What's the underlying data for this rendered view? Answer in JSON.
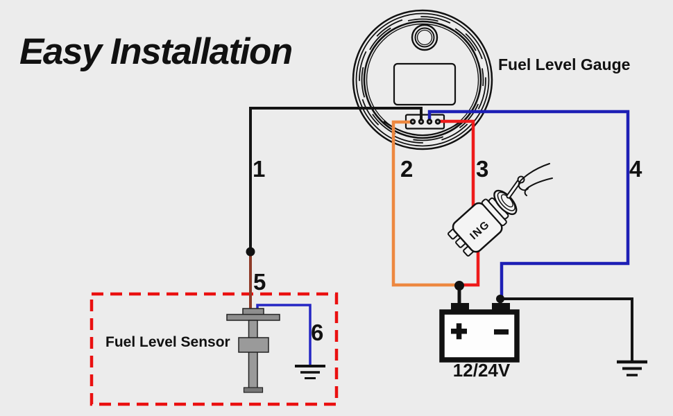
{
  "title": "Easy Installation",
  "components": {
    "gauge_label": "Fuel Level Gauge",
    "sensor_label": "Fuel Level Sensor",
    "battery_label": "12/24V",
    "ignition_label": "ING"
  },
  "battery": {
    "voltage": "12/24V",
    "positive_symbol": "+",
    "negative_symbol": "-"
  },
  "wires": [
    {
      "num": "1",
      "color": "#141414",
      "desc": "black gauge signal wire"
    },
    {
      "num": "2",
      "color": "#ED8840",
      "desc": "orange gauge power wire"
    },
    {
      "num": "3",
      "color": "#EE1B1B",
      "desc": "red ignition wire"
    },
    {
      "num": "4",
      "color": "#1D1FB5",
      "desc": "blue gauge ground wire"
    },
    {
      "num": "5",
      "color": "#8E3B28",
      "desc": "brown sensor signal wire"
    },
    {
      "num": "6",
      "color": "#2526C4",
      "desc": "blue sensor ground wire"
    }
  ],
  "colors": {
    "background": "#ECECEC",
    "text": "#111111",
    "outline": "#111111",
    "dashed_box": "#EA1010",
    "sensor_gray": "#8E8E8E",
    "battery_fill": "#FDFDFD"
  }
}
